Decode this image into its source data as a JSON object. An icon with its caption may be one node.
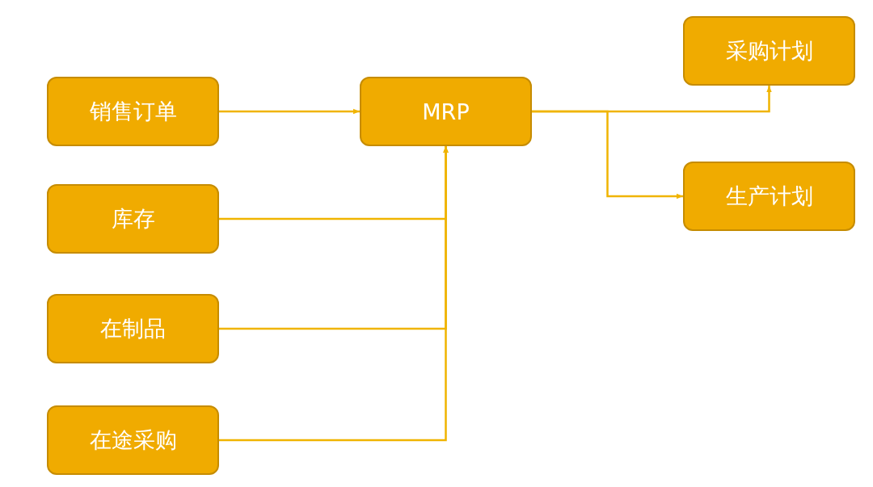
{
  "diagram": {
    "nodes": [
      {
        "text": [
          "销售订单"
        ]
      },
      {
        "text": [
          "库存"
        ]
      },
      {
        "text": [
          "在制品"
        ]
      },
      {
        "text": [
          "在途采购"
        ]
      },
      {
        "text": [
          "MRP"
        ]
      },
      {
        "text": [
          "采购计划"
        ]
      },
      {
        "text": [
          "生产计划"
        ]
      }
    ],
    "edges": [
      {
        "from": 0,
        "to": 4,
        "arrow": "to"
      },
      {
        "from": 1,
        "to": 4,
        "arrow": "to"
      },
      {
        "from": 2,
        "to": 4,
        "arrow": "to"
      },
      {
        "from": 3,
        "to": 4,
        "arrow": "to"
      },
      {
        "from": 4,
        "to": 5,
        "arrow": "to"
      },
      {
        "from": 4,
        "to": 6,
        "arrow": "to"
      }
    ]
  }
}
